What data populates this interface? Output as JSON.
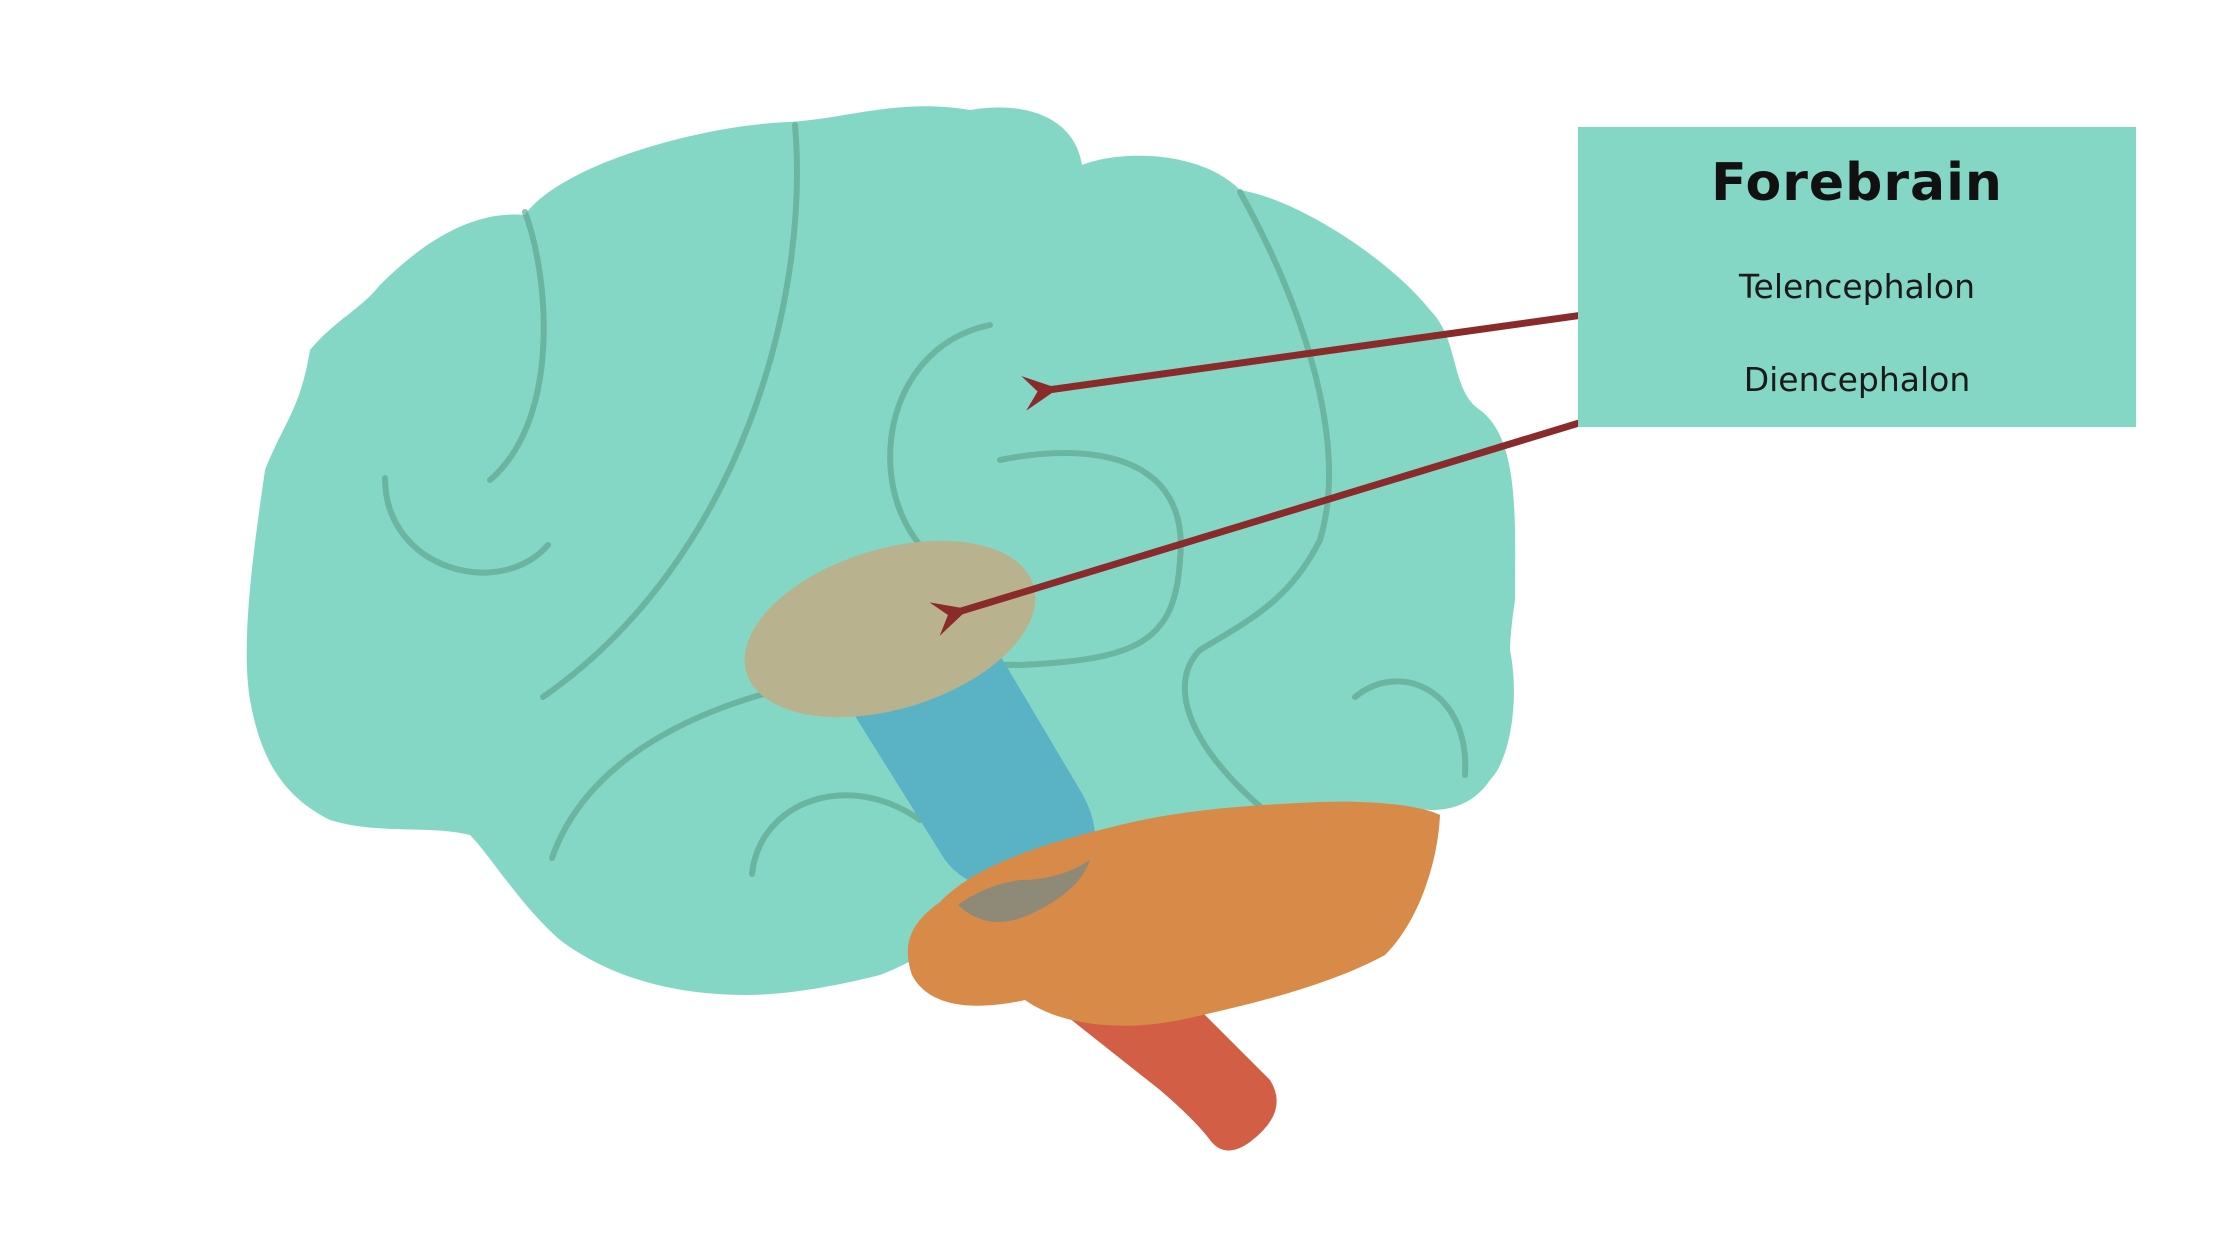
{
  "legend": {
    "title": "Forebrain",
    "items": [
      {
        "label": "Telencephalon"
      },
      {
        "label": "Diencephalon"
      }
    ]
  },
  "colors": {
    "cerebrum": "#85d7c5",
    "sulcus": "#5fa890",
    "diencephalon": "#b8b28e",
    "midbrain": "#5ab2c5",
    "cerebellum": "#d88a48",
    "brainstem": "#d25e45",
    "arrow": "#8a2a2a",
    "legend_background": "#85d7c5"
  }
}
